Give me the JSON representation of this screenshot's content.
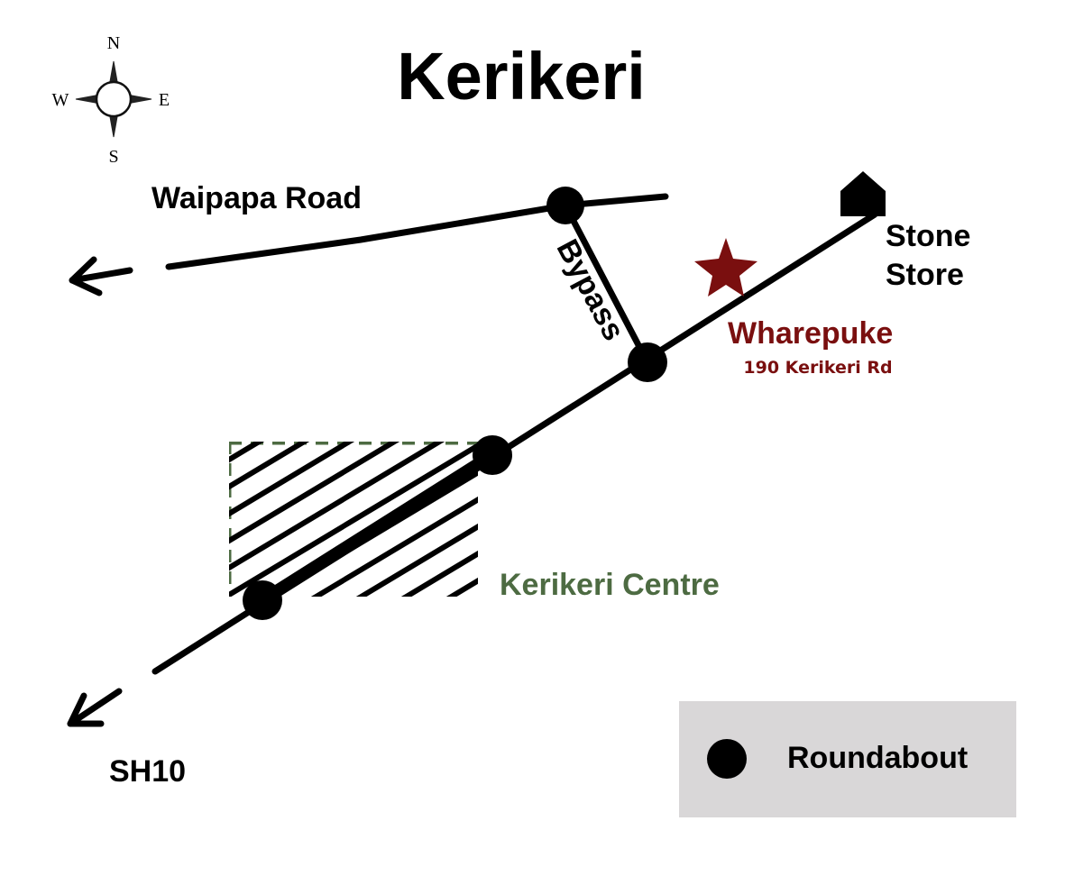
{
  "title": "Kerikeri",
  "compass": {
    "north": "N",
    "east": "E",
    "south": "S",
    "west": "W"
  },
  "roads": {
    "waipapa": "Waipapa Road",
    "bypass": "Bypass",
    "sh10": "SH10"
  },
  "places": {
    "stone_store_line1": "Stone",
    "stone_store_line2": "Store",
    "wharepuke": "Wharepuke",
    "wharepuke_address": "190 Kerikeri Rd",
    "centre": "Kerikeri Centre"
  },
  "legend": {
    "roundabout": "Roundabout"
  },
  "colors": {
    "road": "#000000",
    "wharepuke": "#7a0f0f",
    "centre": "#4d6b42",
    "legend_bg": "#d9d7d8"
  },
  "icons": {
    "destination": "star-icon",
    "stone_store": "house-icon",
    "roundabout": "filled-circle-icon",
    "compass": "compass-rose-icon",
    "arrow": "arrow-icon"
  }
}
